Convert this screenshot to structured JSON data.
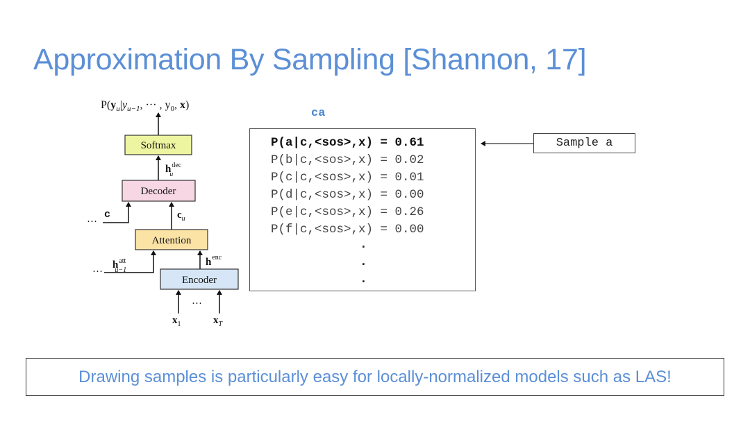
{
  "title": "Approximation By Sampling [Shannon, 17]",
  "diagram": {
    "top_formula": {
      "P": "P(",
      "y": "y",
      "y_sub": "u",
      "bar": "|",
      "y2": "y",
      "y2_sub": "u−1",
      "rest": ", ··· , y",
      "y0_sub": "0",
      "comma": ", ",
      "x": "x",
      "close": ")"
    },
    "blocks": {
      "softmax": "Softmax",
      "decoder": "Decoder",
      "attention": "Attention",
      "encoder": "Encoder"
    },
    "labels": {
      "h_dec_base": "h",
      "h_dec_sup": "dec",
      "h_dec_sub": "u",
      "c_u_base": "c",
      "c_u_sub": "u",
      "c_input": "c",
      "h_att_base": "h",
      "h_att_sup": "att",
      "h_att_sub": "u−1",
      "h_enc_base": "h",
      "h_enc_sup": "enc",
      "dots_left_c": "···",
      "dots_left_h": "···",
      "dots_inputs": "···",
      "x1_base": "x",
      "x1_sub": "1",
      "xT_base": "x",
      "xT_sub": "T"
    },
    "colors": {
      "softmax": "#eef5a0",
      "decoder": "#f7d7e3",
      "attention": "#fbe3a6",
      "encoder": "#d6e6f7"
    }
  },
  "context_label": "ca",
  "probabilities": [
    {
      "text": "P(a|c,<sos>,x) = 0.61",
      "highlight": true
    },
    {
      "text": "P(b|c,<sos>,x) = 0.02",
      "highlight": false
    },
    {
      "text": "P(c|c,<sos>,x) = 0.01",
      "highlight": false
    },
    {
      "text": "P(d|c,<sos>,x) = 0.00",
      "highlight": false
    },
    {
      "text": "P(e|c,<sos>,x) = 0.26",
      "highlight": false
    },
    {
      "text": "P(f|c,<sos>,x) = 0.00",
      "highlight": false
    }
  ],
  "ellipsis": [
    ".",
    ".",
    "."
  ],
  "sample_label": "Sample a",
  "footer": "Drawing samples is particularly easy for locally-normalized models such as LAS!"
}
